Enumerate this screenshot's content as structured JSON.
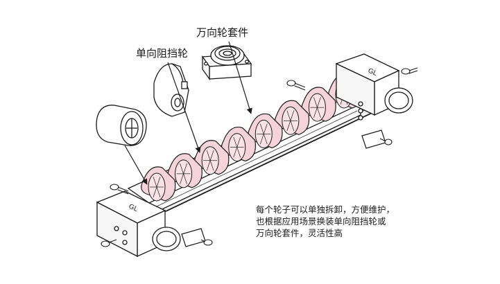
{
  "labels": {
    "caster_kit": "万向轮套件",
    "one_way_stop_wheel": "单向阻挡轮"
  },
  "description": {
    "line1": "每个轮子可以单独拆卸，方便维护，",
    "line2": "也根据应用场景换装单向阻挡轮或",
    "line3": "万向轮套件，灵活性高"
  },
  "colors": {
    "roller_fill": "#f4d3da",
    "line": "#1a1a1a",
    "background": "#ffffff"
  },
  "illustration": {
    "roller_count": 8,
    "end_cap_marking": "GL"
  }
}
